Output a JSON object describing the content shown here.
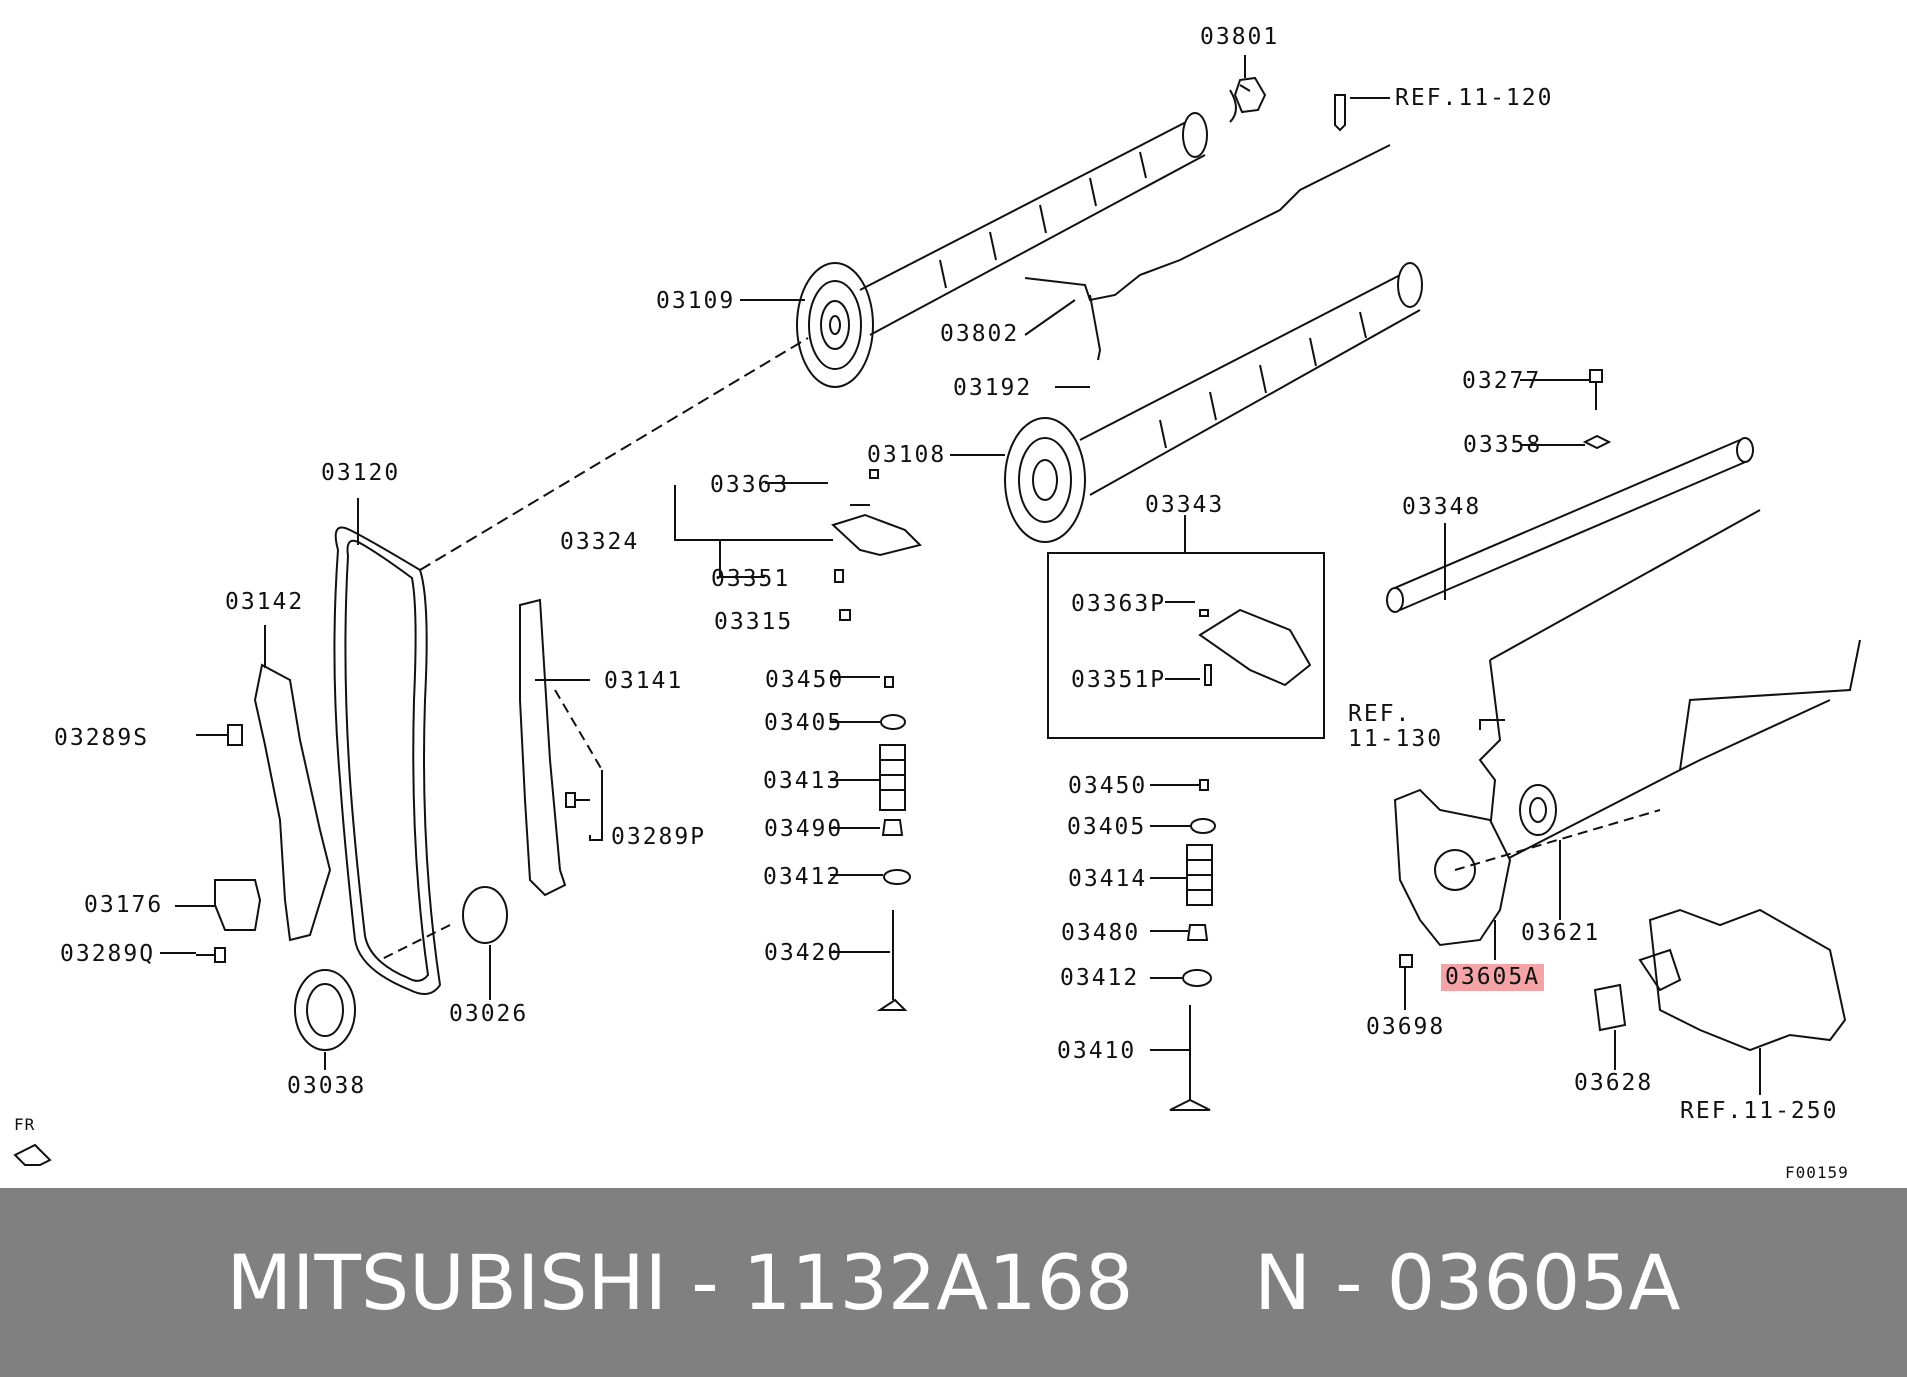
{
  "diagram": {
    "figure_code": "F00159",
    "direction_marker": "FR",
    "highlighted_color": "#f4a3a6",
    "labels": [
      {
        "id": "03801",
        "text": "03801"
      },
      {
        "id": "ref-11-120",
        "text": "REF.11-120"
      },
      {
        "id": "03109",
        "text": "03109"
      },
      {
        "id": "03802",
        "text": "03802"
      },
      {
        "id": "03192",
        "text": "03192"
      },
      {
        "id": "03277",
        "text": "03277"
      },
      {
        "id": "03358",
        "text": "03358"
      },
      {
        "id": "03108",
        "text": "03108"
      },
      {
        "id": "03120",
        "text": "03120"
      },
      {
        "id": "03363",
        "text": "03363"
      },
      {
        "id": "03324",
        "text": "03324"
      },
      {
        "id": "03351",
        "text": "03351"
      },
      {
        "id": "03315",
        "text": "03315"
      },
      {
        "id": "03343",
        "text": "03343"
      },
      {
        "id": "03348",
        "text": "03348"
      },
      {
        "id": "03142",
        "text": "03142"
      },
      {
        "id": "03363P",
        "text": "03363P"
      },
      {
        "id": "03351P",
        "text": "03351P"
      },
      {
        "id": "03141",
        "text": "03141"
      },
      {
        "id": "03450a",
        "text": "03450"
      },
      {
        "id": "03405a",
        "text": "03405"
      },
      {
        "id": "03413",
        "text": "03413"
      },
      {
        "id": "03490",
        "text": "03490"
      },
      {
        "id": "03412a",
        "text": "03412"
      },
      {
        "id": "03420",
        "text": "03420"
      },
      {
        "id": "03289S",
        "text": "03289S"
      },
      {
        "id": "03289P",
        "text": "03289P"
      },
      {
        "id": "ref-11-130-a",
        "text": "REF."
      },
      {
        "id": "ref-11-130-b",
        "text": "11-130"
      },
      {
        "id": "03450b",
        "text": "03450"
      },
      {
        "id": "03405b",
        "text": "03405"
      },
      {
        "id": "03414",
        "text": "03414"
      },
      {
        "id": "03480",
        "text": "03480"
      },
      {
        "id": "03412b",
        "text": "03412"
      },
      {
        "id": "03410",
        "text": "03410"
      },
      {
        "id": "03176",
        "text": "03176"
      },
      {
        "id": "03289Q",
        "text": "03289Q"
      },
      {
        "id": "03026",
        "text": "03026"
      },
      {
        "id": "03038",
        "text": "03038"
      },
      {
        "id": "03621",
        "text": "03621"
      },
      {
        "id": "03605A",
        "text": "03605A"
      },
      {
        "id": "03698",
        "text": "03698"
      },
      {
        "id": "03628",
        "text": "03628"
      },
      {
        "id": "ref-11-250",
        "text": "REF.11-250"
      }
    ]
  },
  "footer": {
    "brand": "MITSUBISHI",
    "separator": "-",
    "part_number": "1132A168",
    "position_prefix": "N",
    "position_code": "03605A"
  }
}
